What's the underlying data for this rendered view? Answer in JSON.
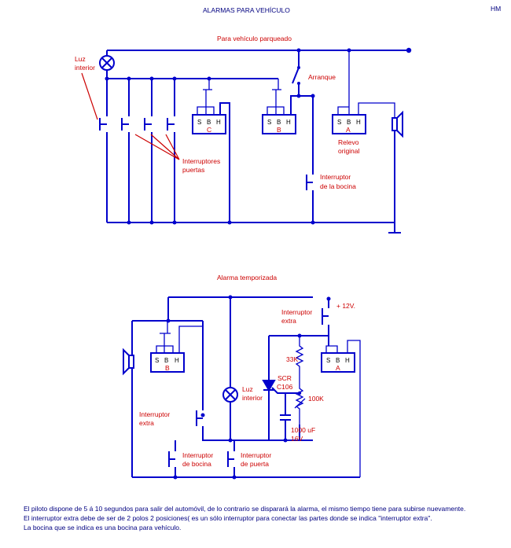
{
  "title": "ALARMAS PARA VEHÍCULO",
  "author": "HM",
  "diagram1": {
    "title": "Para vehículo parqueado",
    "luz_interior": [
      "Luz",
      "interior"
    ],
    "arranque": "Arranque",
    "interruptores_puertas": [
      "Interruptores",
      "puertas"
    ],
    "relay_pins": [
      "S",
      "B",
      "H"
    ],
    "relay_c": "C",
    "relay_b": "B",
    "relay_a": "A",
    "relevo_original": [
      "Relevo",
      "original"
    ],
    "interruptor_bocina": [
      "Interruptor",
      "de la bocina"
    ]
  },
  "diagram2": {
    "title": "Alarma temporizada",
    "plus12": "+ 12V.",
    "interruptor_extra_top": [
      "Interruptor",
      "extra"
    ],
    "r33k": "33K",
    "scr": [
      "SCR",
      "C106"
    ],
    "r100k": "100K",
    "cap": [
      "1000 uF",
      "16V"
    ],
    "luz_interior": [
      "Luz",
      "interior"
    ],
    "interruptor_extra_left": [
      "Interruptor",
      "extra"
    ],
    "interruptor_bocina": [
      "Interruptor",
      "de bocina"
    ],
    "interruptor_puerta": [
      "Interruptor",
      "de puerta"
    ],
    "relay_pins": [
      "S",
      "B",
      "H"
    ],
    "relay_b": "B",
    "relay_a": "A"
  },
  "notes": [
    "El piloto dispone de 5 á 10 segundos para salir del automóvil, de lo contrario se disparará la alarma, el mismo tiempo tiene para subirse nuevamente.",
    "El interruptor extra debe de ser de 2 polos 2 posiciones( es un sólo interruptor para conectar las partes donde se indica \"interruptor extra\".",
    "La bocina que se indica es una bocina para vehículo."
  ],
  "colors": {
    "wire": "#0000cc",
    "label": "#cc0000",
    "text": "#000080"
  }
}
